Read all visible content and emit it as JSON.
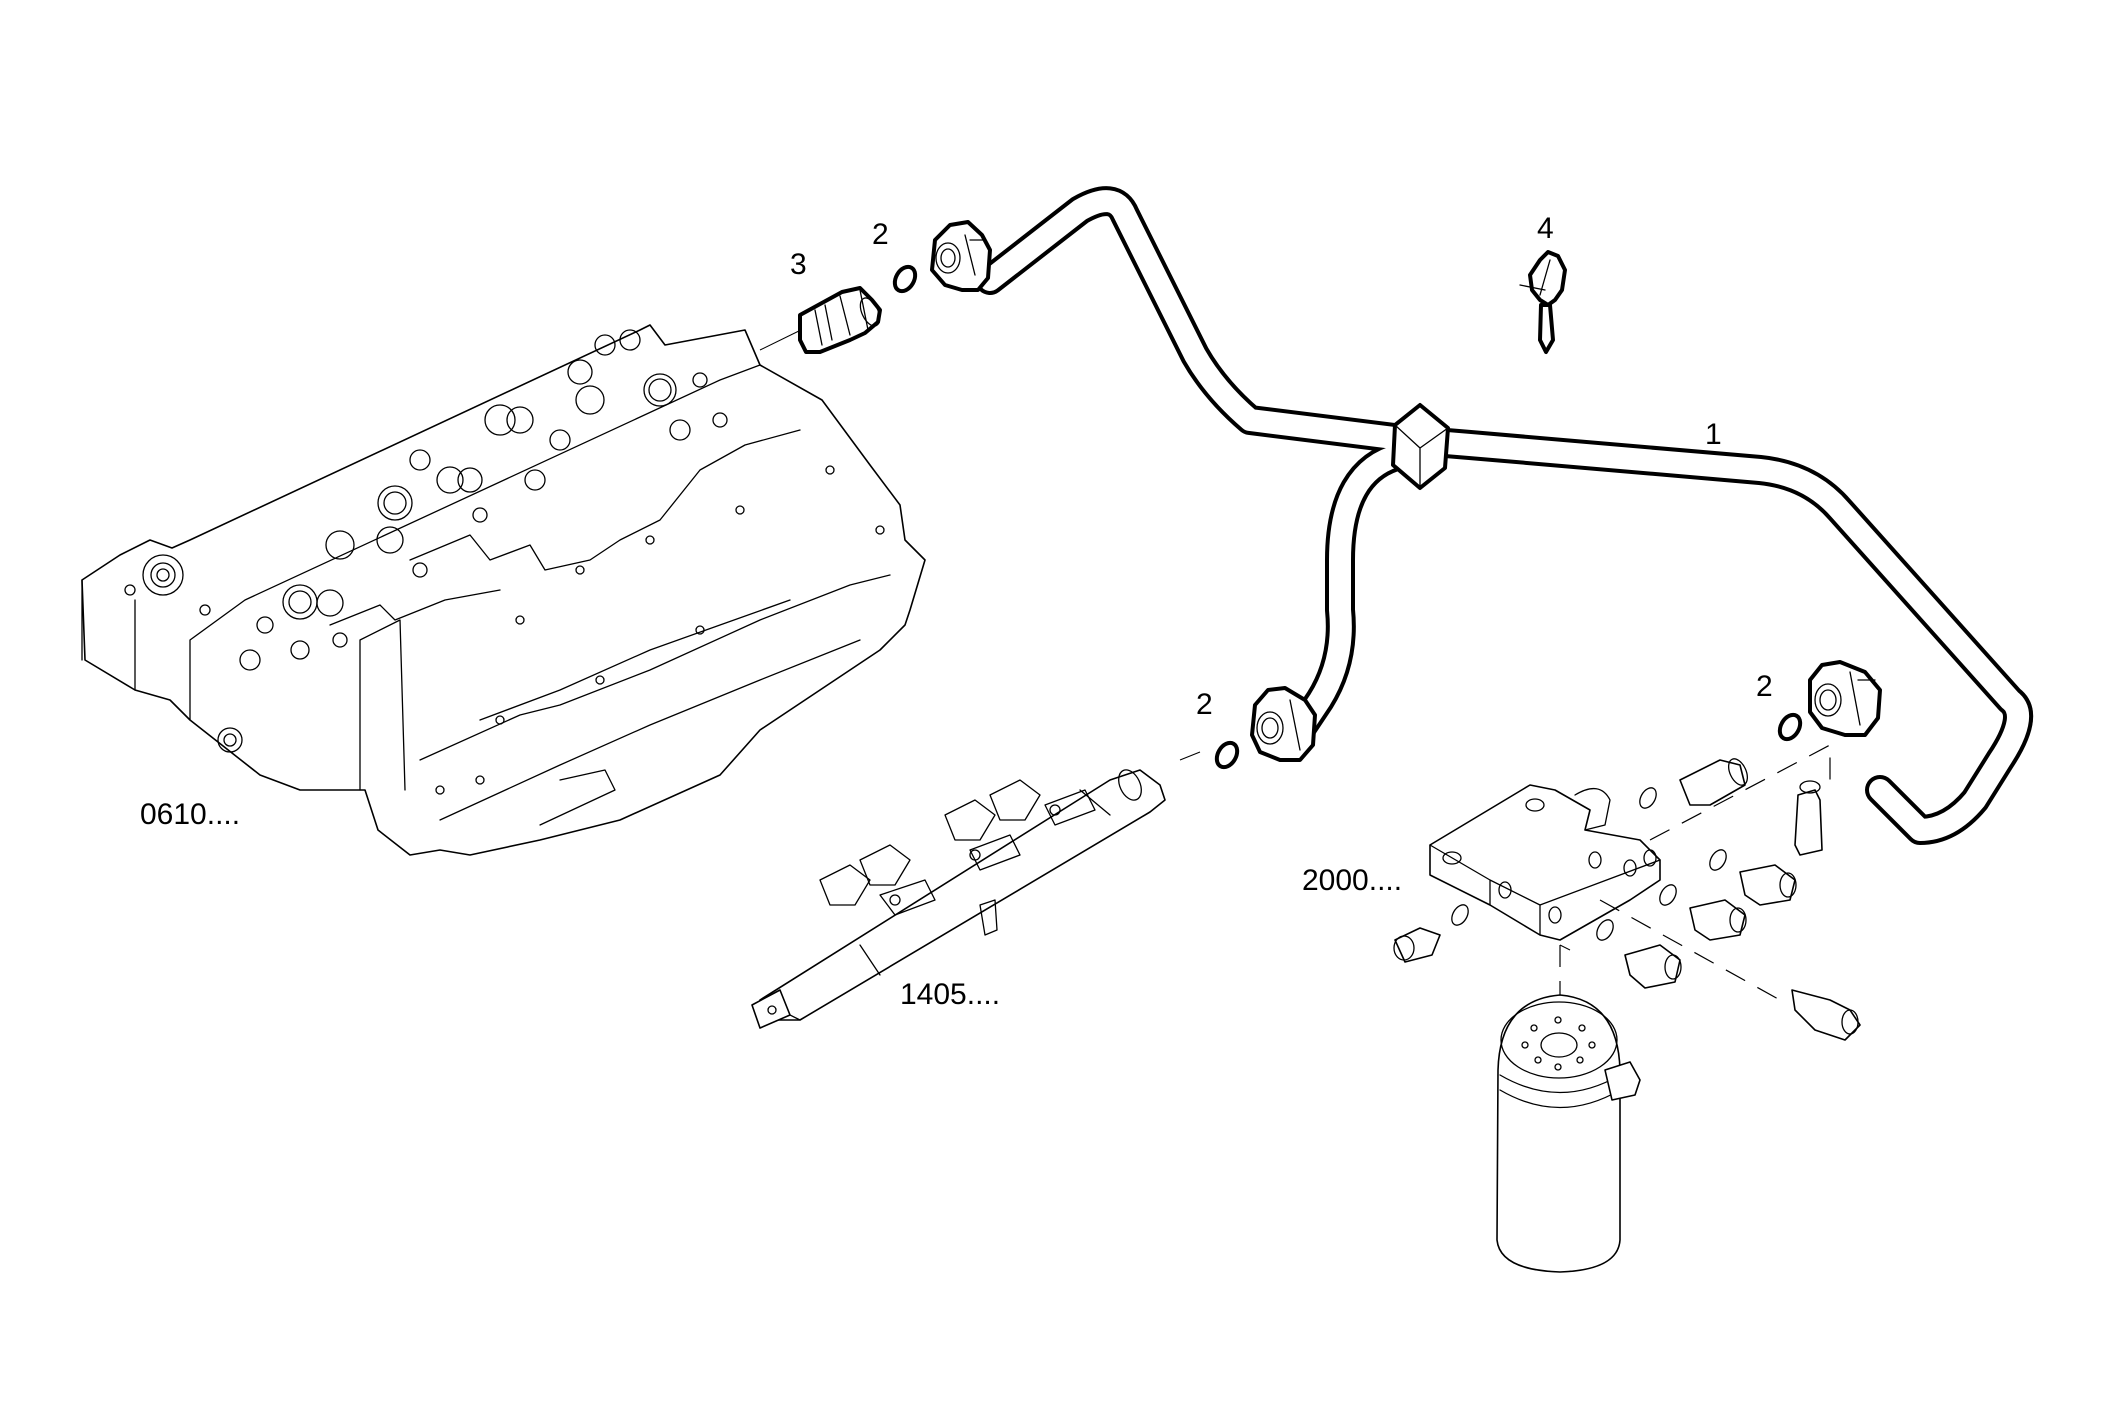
{
  "diagram": {
    "type": "exploded parts diagram",
    "subject": "fuel pipe assembly",
    "line_color": "#000000",
    "background": "#ffffff"
  },
  "callouts": [
    {
      "id": "callout-1",
      "text": "1",
      "part": "fuel pipe assembly with T-junction"
    },
    {
      "id": "callout-2a",
      "text": "2",
      "part": "O-ring seal (top-left connector)"
    },
    {
      "id": "callout-2b",
      "text": "2",
      "part": "O-ring seal (fuel rail connector)"
    },
    {
      "id": "callout-2c",
      "text": "2",
      "part": "O-ring seal (filter connector)"
    },
    {
      "id": "callout-3",
      "text": "3",
      "part": "adapter fitting"
    },
    {
      "id": "callout-4",
      "text": "4",
      "part": "pipe retaining clip"
    }
  ],
  "references": [
    {
      "id": "ref-0610",
      "text": "0610....",
      "part": "cylinder head"
    },
    {
      "id": "ref-1405",
      "text": "1405....",
      "part": "fuel rail"
    },
    {
      "id": "ref-2000",
      "text": "2000....",
      "part": "fuel filter assembly"
    }
  ]
}
